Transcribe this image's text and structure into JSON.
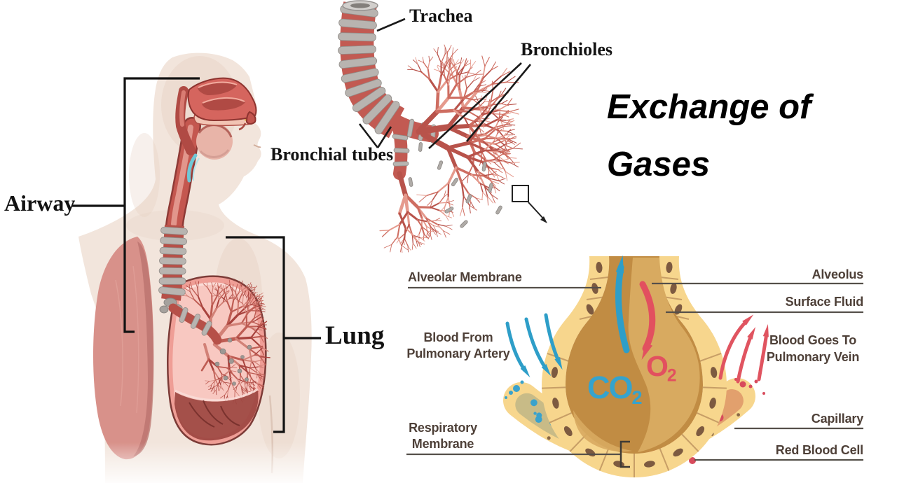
{
  "title": {
    "line1": "Exchange of",
    "line2": "Gases"
  },
  "anatomy": {
    "airway": "Airway",
    "lung": "Lung",
    "trachea": "Trachea",
    "bronchioles": "Bronchioles",
    "bronchial_tubes": "Bronchial tubes"
  },
  "alveolus": {
    "alveolar_membrane": "Alveolar Membrane",
    "alveolus": "Alveolus",
    "surface_fluid": "Surface Fluid",
    "blood_from_line1": "Blood From",
    "blood_from_line2": "Pulmonary Artery",
    "blood_to_line1": "Blood Goes To",
    "blood_to_line2": "Pulmonary Vein",
    "respiratory_line1": "Respiratory",
    "respiratory_line2": "Membrane",
    "capillary": "Capillary",
    "red_blood_cell": "Red Blood Cell",
    "co2_symbol": "CO",
    "co2_subscript": "2",
    "o2_symbol": "O",
    "o2_subscript": "2"
  },
  "colors": {
    "co2_blue": "#35A3CE",
    "o2_red": "#E2505F",
    "label_brown": "#4E4038",
    "arrow_blue": "#2E9EC8",
    "arrow_red": "#E05460",
    "alveolus_wall": "#F7D68D",
    "alveolus_interior": "#C18C43",
    "alveolus_interior_light": "#D8AA60",
    "capillary_left": "#C8BB87",
    "capillary_right": "#E2A06D",
    "blue_cell": "#3AA2CC",
    "red_cell": "#D84B5C",
    "brown_dot": "#8A6847",
    "nucleus": "#7D5A40"
  }
}
